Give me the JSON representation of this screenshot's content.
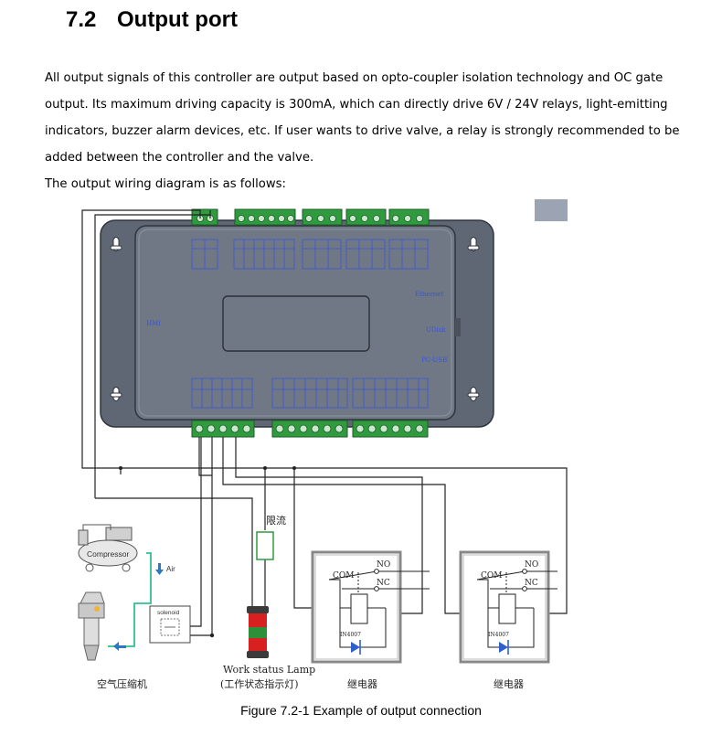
{
  "section": {
    "number": "7.2",
    "title": "Output port"
  },
  "paragraph": [
    "All output signals of this controller are output based on opto-coupler isolation technology and OC gate",
    "output. Its maximum driving capacity is 300mA, which can directly drive 6V / 24V relays, light-emitting",
    "indicators, buzzer alarm devices, etc. If user wants to drive valve, a relay is strongly recommended to be",
    "added between the controller and the valve.",
    "The output wiring diagram is as follows:"
  ],
  "diagram": {
    "panel_labels": [
      "Ethernet",
      "UDisk",
      "PC-USB",
      "HMI"
    ],
    "compressor_label": "Compressor",
    "air_label": "Air",
    "solenoid_label": "solenoid",
    "compressor_cn": "空气压缩机",
    "resistor_label": "限流",
    "lamp_label": "Work status Lamp",
    "lamp_cn": "(工作状态指示灯)",
    "relay1": {
      "com": "COM",
      "no": "NO",
      "nc": "NC",
      "diode": "IN4007",
      "name": "继电器"
    },
    "relay2": {
      "com": "COM",
      "no": "NO",
      "nc": "NC",
      "diode": "IN4007",
      "name": "继电器"
    }
  },
  "caption": "Figure 7.2-1 Example of output connection"
}
